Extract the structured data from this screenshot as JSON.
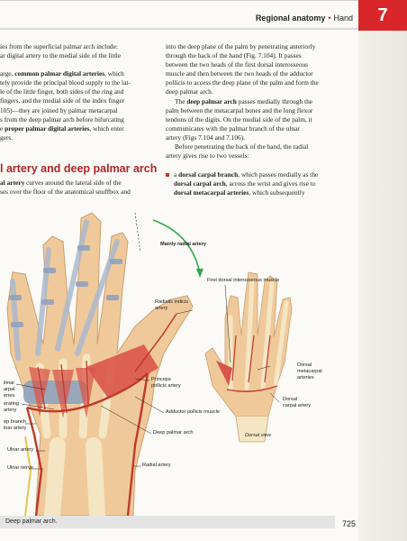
{
  "header": {
    "section": "Regional anatomy",
    "separator": "•",
    "chapter_name": "Hand",
    "chapter_number": "7"
  },
  "left_column": {
    "lines": [
      "ies from the superficial palmar arch include:",
      "ar digital artery to the medial side of the little",
      "",
      "arge, common palmar digital arteries, which",
      "tely provide the principal blood supply to the lat-",
      "le of the little finger, both sides of the ring and",
      "fingers, and the medial side of the index finger",
      "105)—they are joined by palmar metacarpal",
      "s from the deep palmar arch before bifurcating",
      "e proper palmar digital arteries, which enter",
      "gers."
    ]
  },
  "section_heading": "l artery and deep palmar arch",
  "section_text": {
    "lines": [
      "al artery curves around the lateral side of the",
      "ses over the floor of the anatomical snuffbox and"
    ]
  },
  "right_column": {
    "lines": [
      "into the deep plane of the palm by penetrating anteriorly",
      "through the back of the hand (Fig. 7.104). It passes",
      "between the two heads of the first dorsal interosseous",
      "muscle and then between the two heads of the adductor",
      "pollicis to access the deep plane of the palm and form the",
      "deep palmar arch.",
      "The deep palmar arch passes medially through the",
      "palm between the metacarpal bones and the long flexor",
      "tendons of the digits. On the medial side of the palm, it",
      "communicates with the palmar branch of the ulnar",
      "artery (Figs 7.104 and 7.106).",
      "Before penetrating the back of the hand, the radial",
      "artery gives rise to two vessels:"
    ]
  },
  "bullet": {
    "lines": [
      "a dorsal carpal branch, which passes medially as the",
      "dorsal carpal arch, across the wrist and gives rise to",
      "dorsal metacarpal arteries, which subsequently"
    ]
  },
  "figure": {
    "labels": {
      "mainly_radial": "Mainly radial artery",
      "first_dorsal": "First dorsal interosseous muscle",
      "radialis_indicis_1": "Radialis indicis",
      "radialis_indicis_2": "artery",
      "palmar_metacarpal_1": "ilmar",
      "palmar_metacarpal_2": "arpal",
      "palmar_metacarpal_3": "eries",
      "perforating_1": "erating",
      "perforating_2": "artery",
      "deep_branch_1": "ep branch",
      "deep_branch_2": "lnar artery",
      "princeps_1": "Princeps",
      "princeps_2": "pollicis artery",
      "adductor": "Adductor pollicis muscle",
      "deep_palmar_arch": "Deep palmar arch",
      "ulnar_artery": "Ulnar artery",
      "ulnar_nerve": "Ulnar nerve",
      "radial_artery": "Radial artery",
      "dorsal_meta_1": "Dorsal",
      "dorsal_meta_2": "metacarpal",
      "dorsal_meta_3": "arteries",
      "dorsal_carpal_1": "Dorsal",
      "dorsal_carpal_2": "carpal artery",
      "dorsal_view": "Dorsal view"
    }
  },
  "caption": "Deep palmar arch.",
  "page_number": "725",
  "colors": {
    "accent": "#d8262b",
    "heading": "#b0252a",
    "artery": "#c0392b",
    "muscle": "#d9554a",
    "tendon": "#a9b9cc",
    "skin": "#f0c99a",
    "bone": "#f4e6c3",
    "link_arrow": "#2fa84a"
  }
}
